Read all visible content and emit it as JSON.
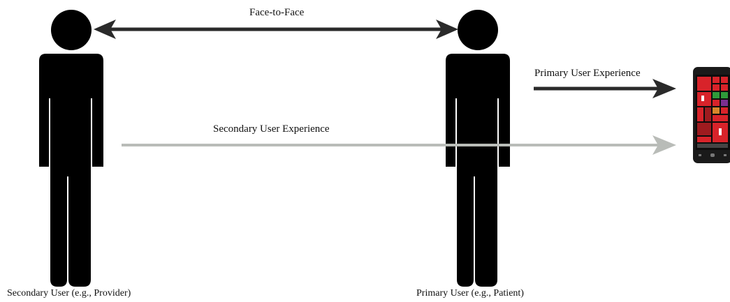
{
  "labels": {
    "face_to_face": "Face-to-Face",
    "primary_user_experience": "Primary User Experience",
    "secondary_user_experience": "Secondary User Experience",
    "secondary_user": "Secondary User (e.g., Provider)",
    "primary_user": "Primary User (e.g., Patient)"
  },
  "colors": {
    "figure": "#000000",
    "arrow_dark": "#2a2a2a",
    "arrow_light": "#b9bcb8",
    "phone_body": "#1a1a1a",
    "phone_tile_red": "#d8232a",
    "phone_tile_dark_red": "#9e1b1f",
    "phone_tile_green": "#2f9a3a",
    "phone_tile_purple": "#7a2f8f",
    "phone_tile_orange": "#d9862a"
  },
  "icons": {
    "phone": "smartphone-icon",
    "person": "person-icon"
  }
}
